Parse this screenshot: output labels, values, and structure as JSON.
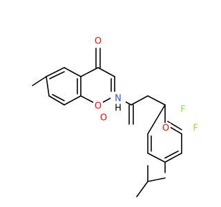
{
  "molecule": {
    "colors": {
      "bond": "#000000",
      "oxygen": "#ff0d0d",
      "nitrogen": "#3050f8",
      "fluorine": "#90e050",
      "hydrogen": "#000000"
    },
    "atom_labels": {
      "ketone_oxygen": "O",
      "ring_oxygen": "O",
      "amide_oxygen": "O",
      "amide_nitrogen": "N",
      "amide_hydrogen": "H",
      "ether_oxygen": "O",
      "fluorine_top": "F",
      "fluorine_right": "F"
    }
  }
}
